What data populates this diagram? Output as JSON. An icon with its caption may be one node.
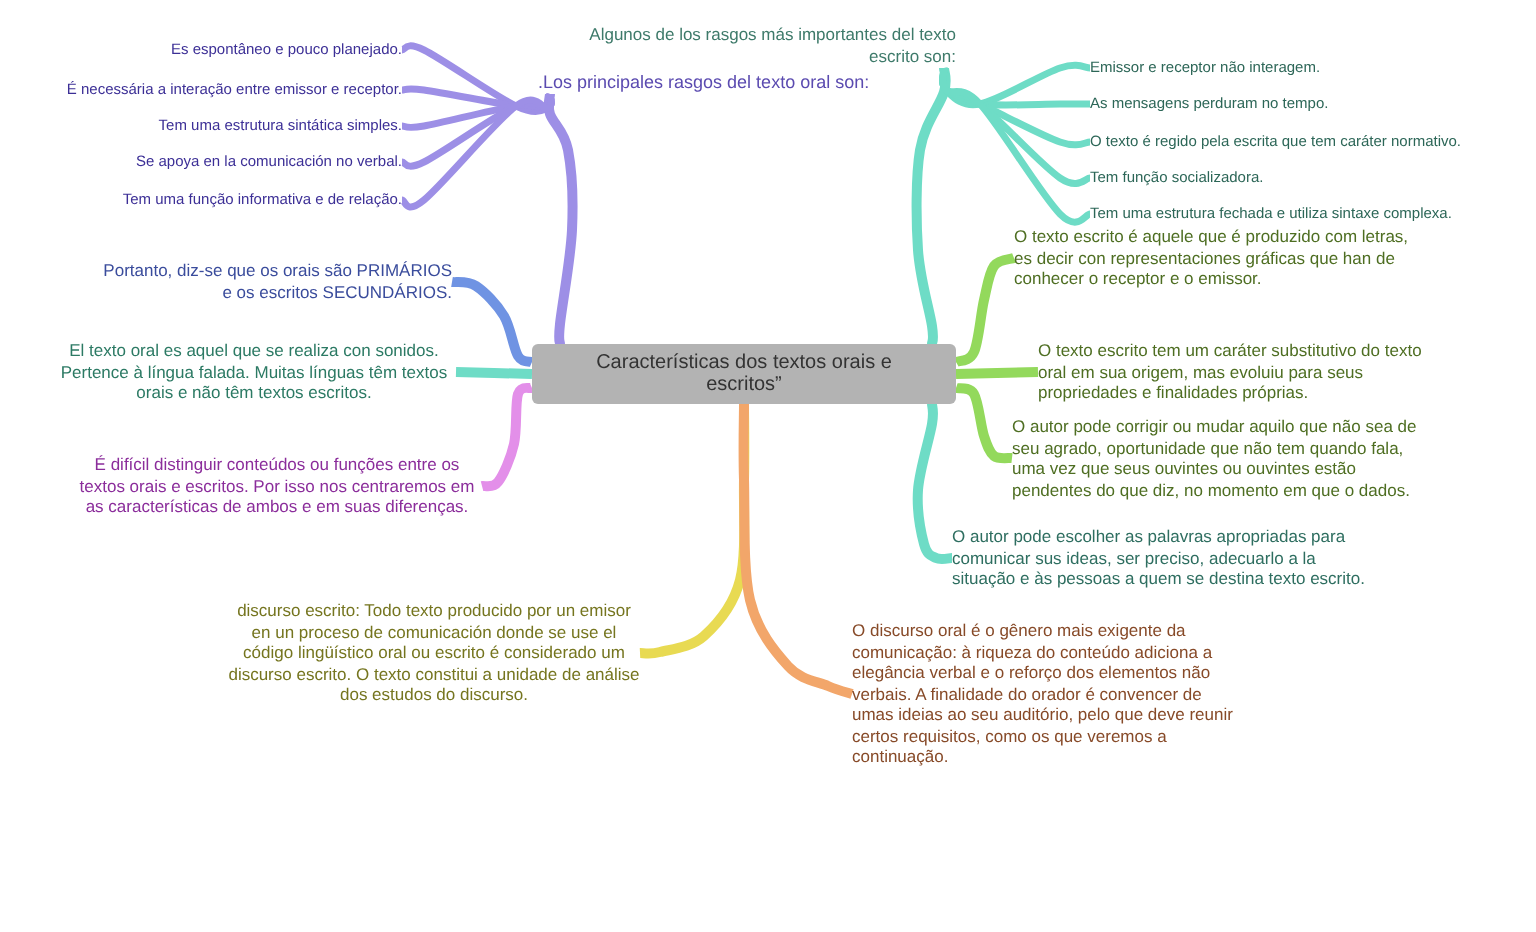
{
  "diagram": {
    "nodes": [
      {
        "text": [
          "Características dos textos orais e escritos”"
        ]
      },
      {
        "text": [
          ".Los principales rasgos del texto oral son:"
        ]
      },
      {
        "text": [
          "Es espontâneo e pouco planejado."
        ]
      },
      {
        "text": [
          "É necessária a interação entre emissor e receptor."
        ]
      },
      {
        "text": [
          "Tem uma estrutura sintática simples."
        ]
      },
      {
        "text": [
          "Se apoya en la comunicación no verbal."
        ]
      },
      {
        "text": [
          "Tem uma função informativa e de relação."
        ]
      },
      {
        "text": [
          "Portanto, diz-se que os orais são PRIMÁRIOS e os escritos SECUNDÁRIOS."
        ]
      },
      {
        "text": [
          "El texto oral es aquel que se realiza con sonidos. Pertence à língua falada. Muitas línguas têm textos orais e não têm textos escritos."
        ]
      },
      {
        "text": [
          "É difícil distinguir conteúdos ou funções entre os textos orais e escritos. Por isso nos centraremos em as características de ambos e em suas diferenças."
        ]
      },
      {
        "text": [
          "Algunos de los rasgos más importantes del texto escrito son:"
        ]
      },
      {
        "text": [
          "Emissor e receptor não interagem."
        ]
      },
      {
        "text": [
          "As mensagens perduram no tempo."
        ]
      },
      {
        "text": [
          "O texto é regido pela escrita que tem caráter normativo."
        ]
      },
      {
        "text": [
          "Tem função socializadora."
        ]
      },
      {
        "text": [
          "Tem uma estrutura fechada e utiliza sintaxe complexa."
        ]
      },
      {
        "text": [
          "O texto escrito é aquele que é produzido com letras, es decir con representaciones gráficas que han de conhecer o receptor e o emissor."
        ]
      },
      {
        "text": [
          "O texto escrito tem um caráter substitutivo do texto oral em sua origem, mas evoluiu para seus propriedades e finalidades próprias."
        ]
      },
      {
        "text": [
          "O autor pode corrigir ou mudar aquilo que não sea de seu agrado, oportunidade que não tem quando fala, uma vez que seus ouvintes ou ouvintes estão pendentes do que diz, no momento em que o dados."
        ]
      },
      {
        "text": [
          "O autor pode escolher as palavras apropriadas para comunicar sus ideas, ser preciso, adecuarlo a la situação e às pessoas a quem se destina texto escrito."
        ]
      },
      {
        "text": [
          "discurso escrito: Todo texto producido por un emisor en un proceso de comunicación donde se use el código lingüístico oral ou escrito é considerado um discurso escrito. O texto constitui a unidade de análise dos estudos do discurso."
        ]
      },
      {
        "text": [
          "O discurso oral é o gênero mais exigente da comunicação: à riqueza do conteúdo adiciona a elegância verbal e o reforço dos elementos não verbais. A finalidade do orador é convencer de umas ideias ao seu auditório, pelo que deve reunir certos requisitos, como os que veremos a continuação."
        ]
      }
    ],
    "edges": [
      {
        "from": 0,
        "to": 1,
        "arrow": "none",
        "color": "#9d8fe6"
      },
      {
        "from": 1,
        "to": 2,
        "arrow": "none",
        "color": "#9d8fe6"
      },
      {
        "from": 1,
        "to": 3,
        "arrow": "none",
        "color": "#9d8fe6"
      },
      {
        "from": 1,
        "to": 4,
        "arrow": "none",
        "color": "#9d8fe6"
      },
      {
        "from": 1,
        "to": 5,
        "arrow": "none",
        "color": "#9d8fe6"
      },
      {
        "from": 1,
        "to": 6,
        "arrow": "none",
        "color": "#9d8fe6"
      },
      {
        "from": 0,
        "to": 7,
        "arrow": "none",
        "color": "#6f93e3"
      },
      {
        "from": 0,
        "to": 8,
        "arrow": "none"
      },
      {
        "from": 0,
        "to": 9,
        "arrow": "none",
        "color": "#e38fe9"
      },
      {
        "from": 0,
        "to": 10,
        "arrow": "none"
      },
      {
        "from": 10,
        "to": 11,
        "arrow": "none"
      },
      {
        "from": 10,
        "to": 12,
        "arrow": "none"
      },
      {
        "from": 10,
        "to": 13,
        "arrow": "none"
      },
      {
        "from": 10,
        "to": 14,
        "arrow": "none"
      },
      {
        "from": 10,
        "to": 15,
        "arrow": "none"
      },
      {
        "from": 0,
        "to": 16,
        "arrow": "none",
        "color": "#93d95c"
      },
      {
        "from": 0,
        "to": 17,
        "arrow": "none",
        "color": "#93d95c"
      },
      {
        "from": 0,
        "to": 18,
        "arrow": "none",
        "color": "#93d95c"
      },
      {
        "from": 0,
        "to": 19,
        "arrow": "none"
      },
      {
        "from": 0,
        "to": 20,
        "arrow": "none",
        "color": "#e8da52"
      },
      {
        "from": 0,
        "to": 21,
        "arrow": "none",
        "color": "#f2a66a"
      }
    ]
  }
}
